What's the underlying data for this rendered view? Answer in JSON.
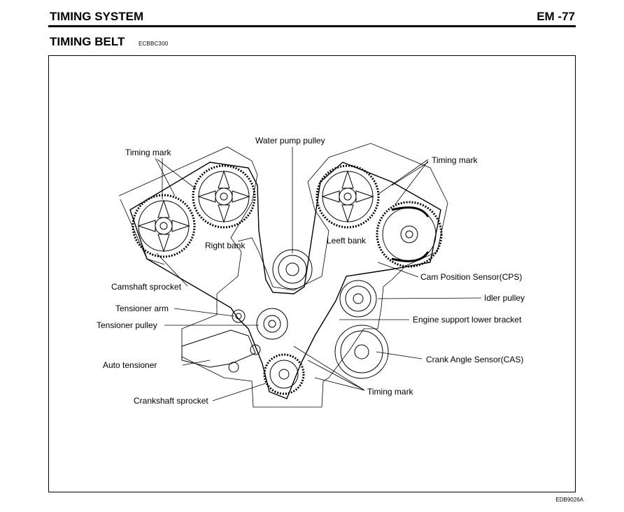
{
  "header": {
    "section_title": "TIMING SYSTEM",
    "page_number": "EM -77"
  },
  "subheader": {
    "title": "TIMING BELT",
    "code": "ECBBC300"
  },
  "figure": {
    "code": "EDB9026A",
    "labels": {
      "timing_mark_left": "Timing mark",
      "water_pump_pulley": "Water pump pulley",
      "timing_mark_right": "Timing mark",
      "right_bank": "Right bank",
      "left_bank": "Leeft bank",
      "cam_position_sensor": "Cam Position Sensor(CPS)",
      "camshaft_sprocket": "Camshaft sprocket",
      "idler_pulley": "Idler pulley",
      "tensioner_arm": "Tensioner arm",
      "engine_support_lower_bracket": "Engine support lower bracket",
      "tensioner_pulley": "Tensioner pulley",
      "crank_angle_sensor": "Crank Angle Sensor(CAS)",
      "auto_tensioner": "Auto tensioner",
      "timing_mark_bottom": "Timing mark",
      "crankshaft_sprocket": "Crankshaft sprocket"
    }
  }
}
